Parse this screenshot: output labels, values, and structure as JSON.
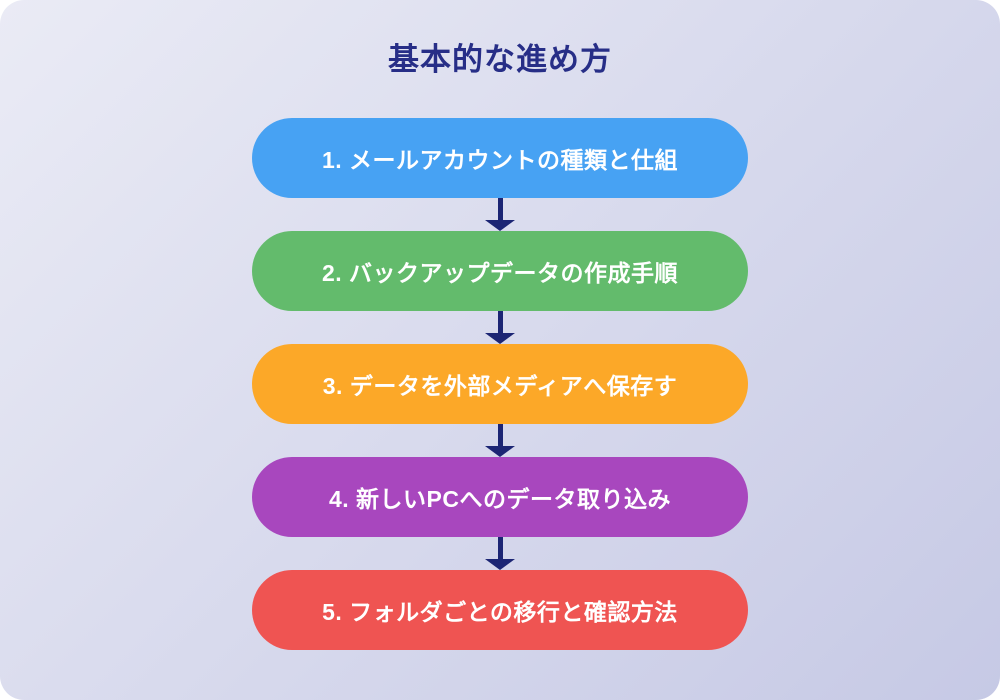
{
  "title": "基本的な進め方",
  "title_color": "#272E87",
  "background": {
    "outer": "#FFFFFF",
    "gradient_start": "#EAEBF5",
    "gradient_end": "#C6C9E5"
  },
  "flow": {
    "arrow_color": "#1C2574",
    "step_text_color": "#FFFFFF",
    "steps": [
      {
        "label": "1. メールアカウントの種類と仕組",
        "color": "#47A2F3"
      },
      {
        "label": "2. バックアップデータの作成手順",
        "color": "#63BB6C"
      },
      {
        "label": "3. データを外部メディアへ保存す",
        "color": "#FCA828"
      },
      {
        "label": "4. 新しいPCへのデータ取り込み",
        "color": "#A847BE"
      },
      {
        "label": "5. フォルダごとの移行と確認方法",
        "color": "#EF5452"
      }
    ]
  }
}
